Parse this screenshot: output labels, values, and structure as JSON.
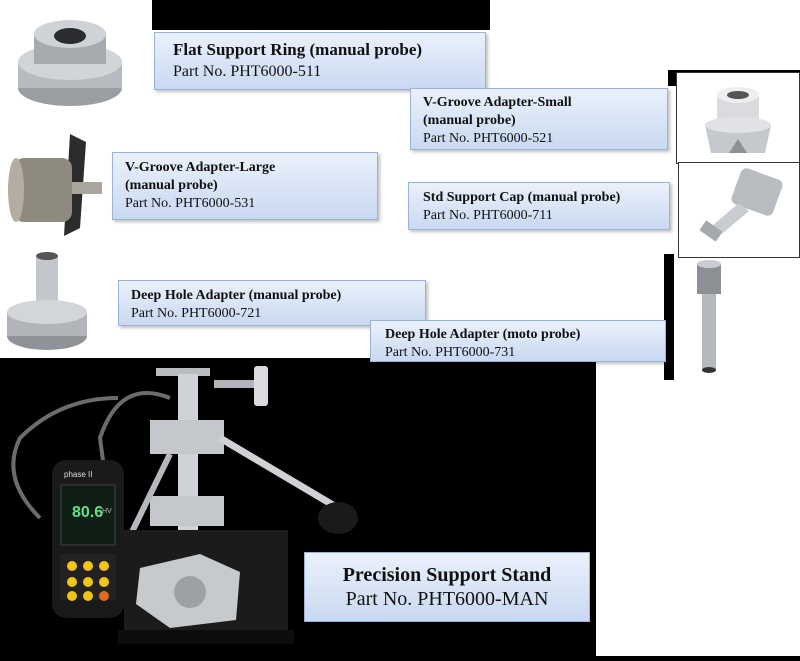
{
  "labels": {
    "flat_ring": {
      "title": "Flat Support Ring (manual probe)",
      "part": "Part No. PHT6000-511"
    },
    "vgroove_small": {
      "title_line1": "V-Groove Adapter-Small",
      "title_line2": "(manual probe)",
      "part": "Part No. PHT6000-521"
    },
    "vgroove_large": {
      "title_line1": "V-Groove Adapter-Large",
      "title_line2": "(manual probe)",
      "part": "Part No. PHT6000-531"
    },
    "std_cap": {
      "title": "Std Support Cap (manual probe)",
      "part": "Part No. PHT6000-711"
    },
    "deep_hole_manual": {
      "title": "Deep Hole Adapter (manual probe)",
      "part": "Part No. PHT6000-721"
    },
    "deep_hole_moto": {
      "title": "Deep Hole Adapter (moto probe)",
      "part": "Part No. PHT6000-731"
    },
    "stand": {
      "title": "Precision Support Stand",
      "part": "Part No. PHT6000-MAN"
    }
  },
  "device": {
    "brand": "phase II",
    "reading": "80.6",
    "unit": "HV"
  }
}
